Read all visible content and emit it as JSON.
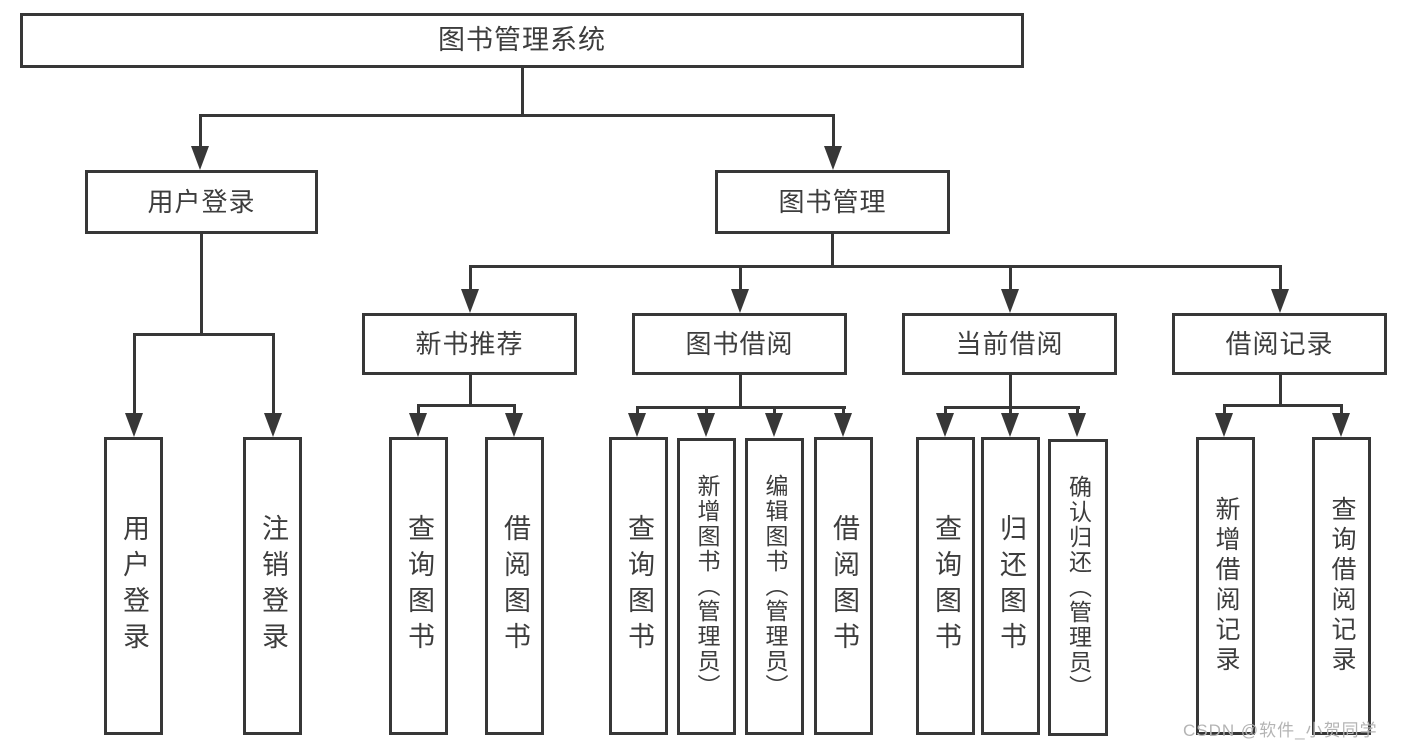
{
  "diagram": {
    "title": "图书管理系统",
    "level2": [
      {
        "label": "用户登录"
      },
      {
        "label": "图书管理"
      }
    ],
    "level3": [
      {
        "label": "新书推荐"
      },
      {
        "label": "图书借阅"
      },
      {
        "label": "当前借阅"
      },
      {
        "label": "借阅记录"
      }
    ],
    "leaves": {
      "user_login": [
        {
          "label": "用户登录"
        },
        {
          "label": "注销登录"
        }
      ],
      "new_book": [
        {
          "label": "查询图书"
        },
        {
          "label": "借阅图书"
        }
      ],
      "book_borrow": [
        {
          "label": "查询图书"
        },
        {
          "label": "新增图书（管理员）"
        },
        {
          "label": "编辑图书（管理员）"
        },
        {
          "label": "借阅图书"
        }
      ],
      "current_borrow": [
        {
          "label": "查询图书"
        },
        {
          "label": "归还图书"
        },
        {
          "label": "确认归还（管理员）"
        }
      ],
      "borrow_records": [
        {
          "label": "新增借阅记录"
        },
        {
          "label": "查询借阅记录"
        }
      ]
    },
    "watermark": "CSDN @软件_小贺同学",
    "colors": {
      "line": "#373737",
      "text": "#3d3d3d",
      "watermark": "#b4b4b4",
      "background": "#ffffff"
    }
  }
}
